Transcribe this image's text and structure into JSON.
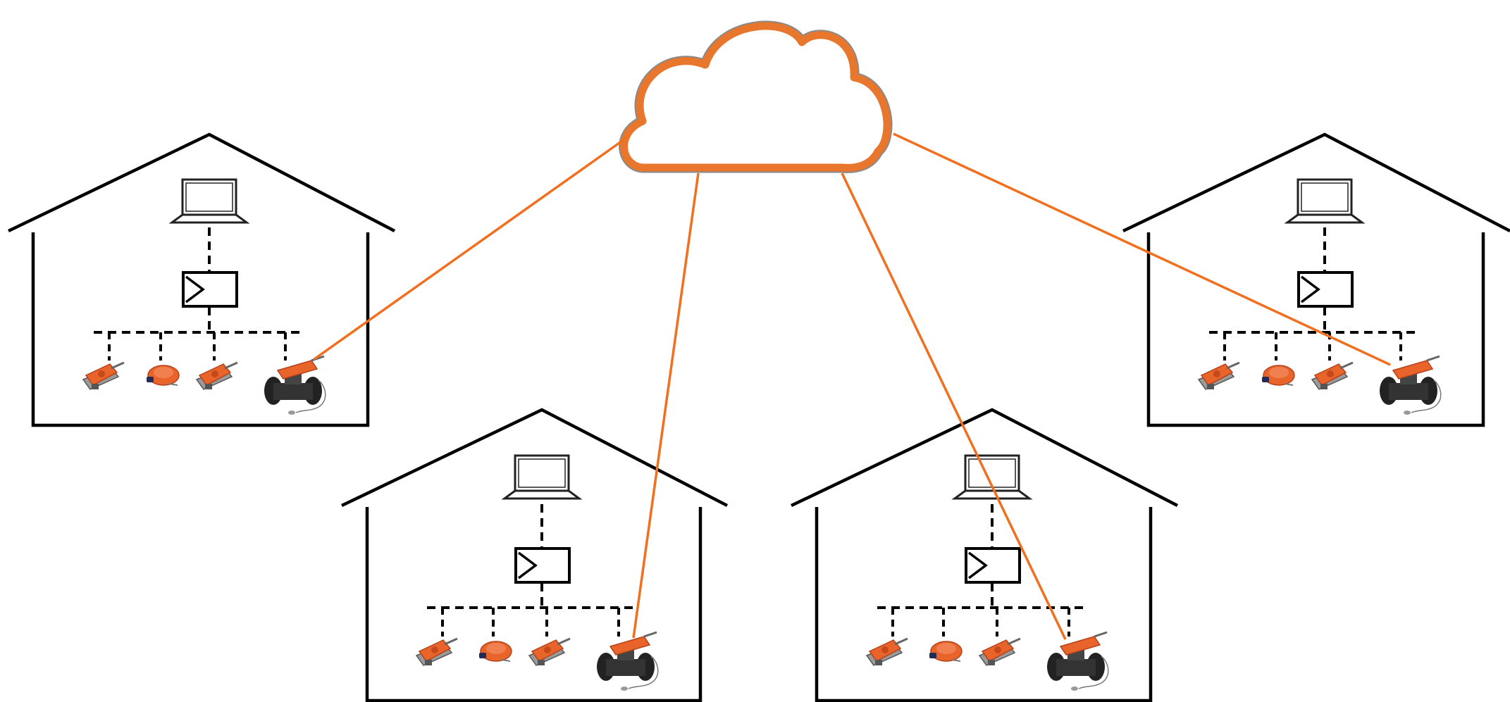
{
  "diagram": {
    "cloud": {
      "icon": "cloud-icon"
    },
    "buildings": [
      {
        "id": "building-1",
        "devices": [
          "damper-actuator-icon",
          "rotary-actuator-icon",
          "damper-actuator-icon",
          "valve-actuator-icon"
        ],
        "cloud_connected_device": 4
      },
      {
        "id": "building-2",
        "devices": [
          "damper-actuator-icon",
          "rotary-actuator-icon",
          "damper-actuator-icon",
          "valve-actuator-icon"
        ],
        "cloud_connected_device": 4
      },
      {
        "id": "building-3",
        "devices": [
          "damper-actuator-icon",
          "rotary-actuator-icon",
          "damper-actuator-icon",
          "valve-actuator-icon"
        ],
        "cloud_connected_device": 4
      },
      {
        "id": "building-4",
        "devices": [
          "damper-actuator-icon",
          "rotary-actuator-icon",
          "damper-actuator-icon",
          "valve-actuator-icon"
        ],
        "cloud_connected_device": 4
      }
    ],
    "colors": {
      "cloud_outline": "#e8762c",
      "cloud_outline_edge": "#8a8a8a",
      "connection_line": "#f07020",
      "structure": "#000000",
      "actuator_body": "#e8642a",
      "actuator_housing": "#8c8c8c",
      "valve_body": "#2a2a2a"
    }
  }
}
